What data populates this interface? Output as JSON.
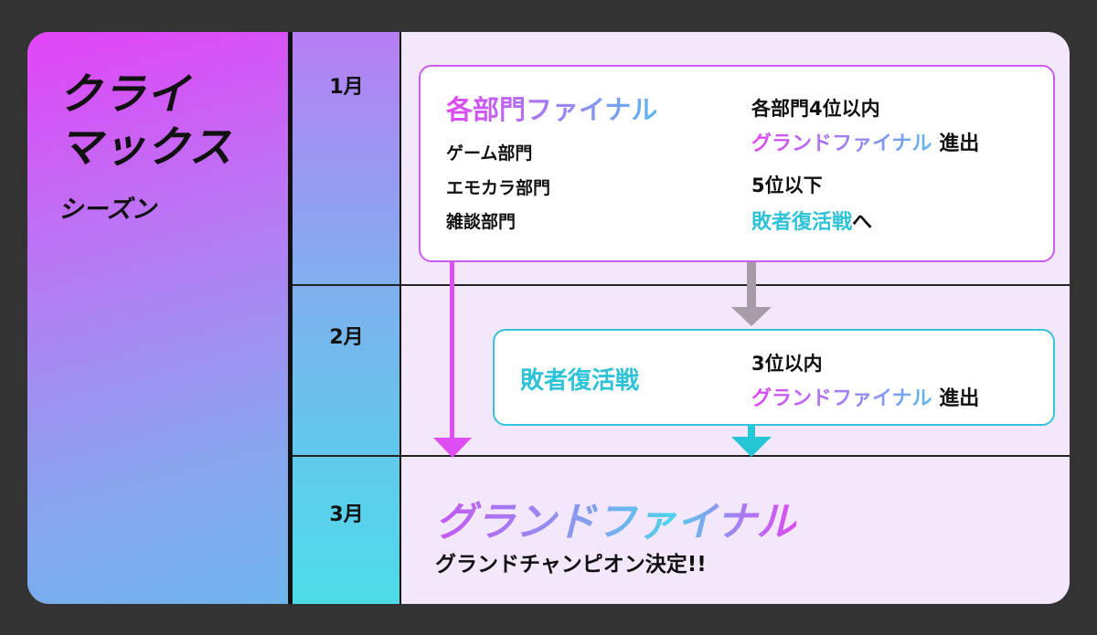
{
  "season": {
    "title_line1": "クライ",
    "title_line2": "マックス",
    "subtitle": "シーズン"
  },
  "months": {
    "m1": "1月",
    "m2": "2月",
    "m3": "3月"
  },
  "division_final": {
    "title": "各部門ファイナル",
    "divisions": [
      "ゲーム部門",
      "エモカラ部門",
      "雑談部門"
    ],
    "rule_top": "各部門4位以内",
    "rule_top_dest": "グランドファイナル",
    "rule_top_suffix": "進出",
    "rule_low": "5位以下",
    "rule_low_dest": "敗者復活戦",
    "rule_low_suffix": "へ"
  },
  "repechage": {
    "title": "敗者復活戦",
    "rule": "3位以内",
    "rule_dest": "グランドファイナル",
    "rule_suffix": "進出"
  },
  "grand_final": {
    "title": "グランドファイナル",
    "caption": "グランドチャンピオン決定!!"
  },
  "colors": {
    "magenta": "#de4df2",
    "teal": "#2ec3d6",
    "gray_arrow": "#a79ba8",
    "background": "#333333",
    "panel": "#f3e7fb"
  }
}
